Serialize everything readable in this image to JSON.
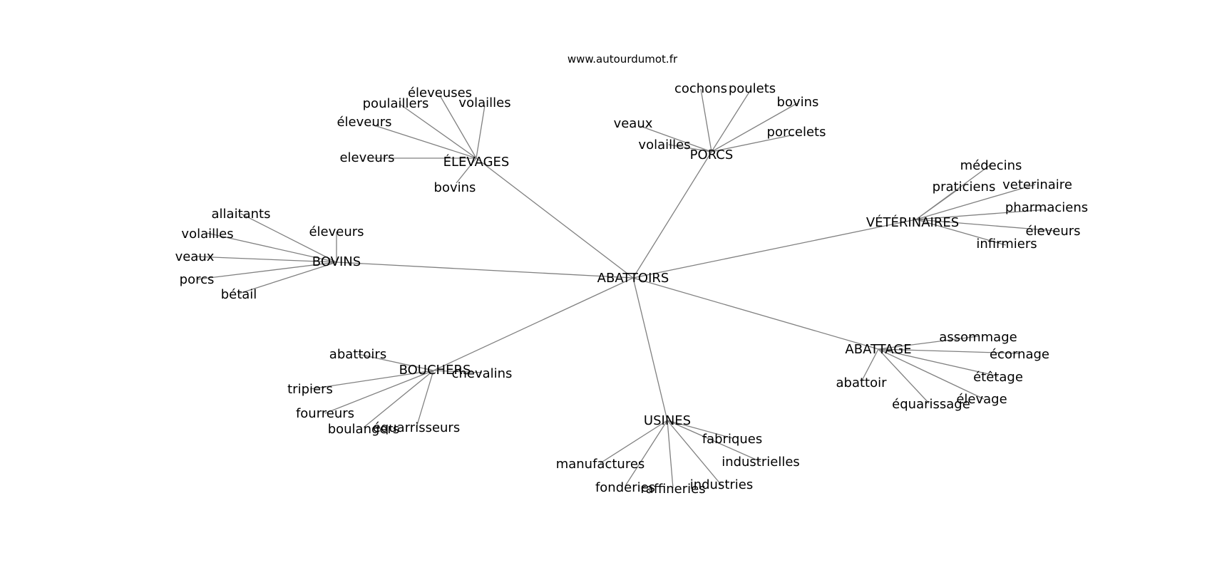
{
  "site": "www.autourdumot.fr",
  "center": "ABATTOIRS",
  "groups": [
    {
      "label": "ÉLEVAGES",
      "leaves": [
        "éleveuses",
        "poulaillers",
        "volailles",
        "éleveurs",
        "eleveurs",
        "bovins"
      ]
    },
    {
      "label": "PORCS",
      "leaves": [
        "cochons",
        "poulets",
        "bovins",
        "veaux",
        "volailles",
        "porcelets"
      ]
    },
    {
      "label": "VÉTÉRINAIRES",
      "leaves": [
        "médecins",
        "praticiens",
        "veterinaire",
        "pharmaciens",
        "éleveurs",
        "infirmiers"
      ]
    },
    {
      "label": "BOVINS",
      "leaves": [
        "allaitants",
        "volailles",
        "éleveurs",
        "veaux",
        "porcs",
        "bétail"
      ]
    },
    {
      "label": "ABATTAGE",
      "leaves": [
        "assommage",
        "écornage",
        "étêtage",
        "élevage",
        "équarissage",
        "abattoir"
      ]
    },
    {
      "label": "BOUCHERS",
      "leaves": [
        "abattoirs",
        "chevalins",
        "tripiers",
        "fourreurs",
        "boulangers",
        "équarrisseurs"
      ]
    },
    {
      "label": "USINES",
      "leaves": [
        "fabriques",
        "industrielles",
        "industries",
        "raffineries",
        "fonderies",
        "manufactures"
      ]
    }
  ]
}
